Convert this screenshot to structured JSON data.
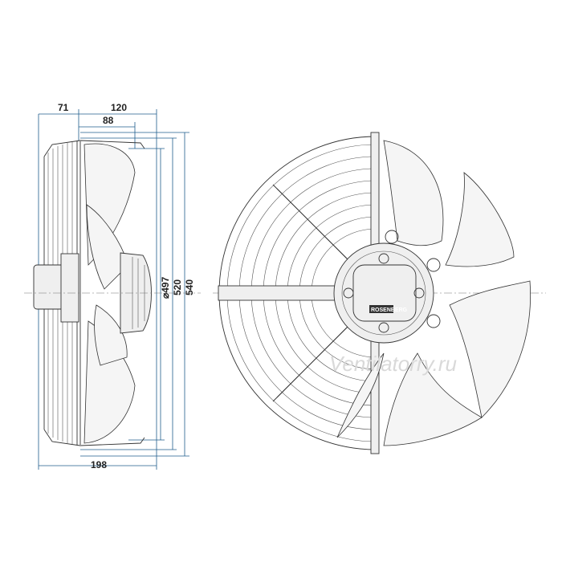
{
  "dimensions": {
    "d71": "71",
    "d120": "120",
    "d88": "88",
    "d198": "198",
    "d497": "⌀497",
    "d520": "520",
    "d540": "540"
  },
  "brand_label": "ROSENBERG",
  "watermark": "Ventilatorry.ru",
  "colors": {
    "dimension_line": "#1f5e8c",
    "outline": "#333333",
    "blade_fill": "#f5f5f5"
  }
}
